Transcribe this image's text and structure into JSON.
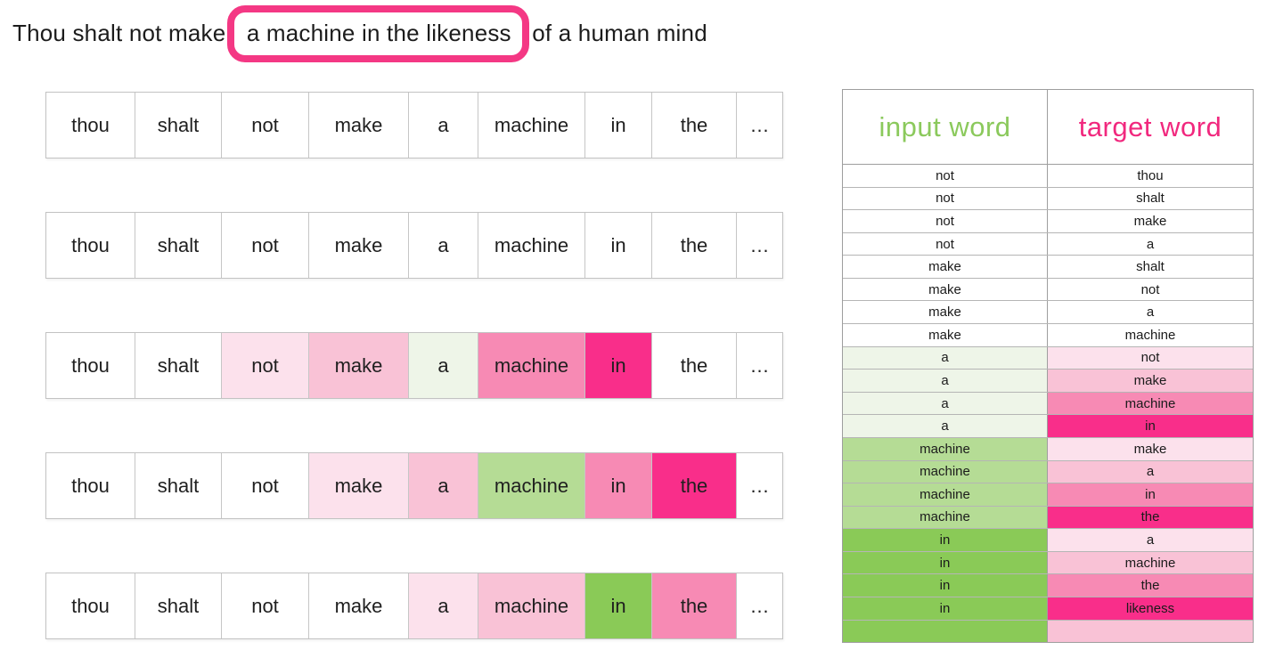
{
  "palette": {
    "white": "#ffffff",
    "pink1": "#fce1ec",
    "pink2": "#f9c2d6",
    "pink3": "#f78ab4",
    "pink4": "#f92e8a",
    "green1": "#eef5e8",
    "green2": "#b5dc95",
    "green3": "#8aca57",
    "header_green": "#8bc95c",
    "header_pink": "#f1287e",
    "highlight_box": "#f43884"
  },
  "title": {
    "prefix": "Thou shalt not make ",
    "highlighted": "a machine in the likeness",
    "suffix": " of a human mind"
  },
  "window_rows": {
    "cell_widths": [
      99,
      97,
      98,
      112,
      78,
      120,
      75,
      95,
      52
    ],
    "row_tops": [
      103,
      238,
      373,
      508,
      643
    ],
    "rows": [
      {
        "cells": [
          {
            "word": "thou",
            "color": "white"
          },
          {
            "word": "shalt",
            "color": "white"
          },
          {
            "word": "not",
            "color": "white"
          },
          {
            "word": "make",
            "color": "white"
          },
          {
            "word": "a",
            "color": "white"
          },
          {
            "word": "machine",
            "color": "white"
          },
          {
            "word": "in",
            "color": "white"
          },
          {
            "word": "the",
            "color": "white"
          },
          {
            "word": "…",
            "color": "white"
          }
        ]
      },
      {
        "cells": [
          {
            "word": "thou",
            "color": "white"
          },
          {
            "word": "shalt",
            "color": "white"
          },
          {
            "word": "not",
            "color": "white"
          },
          {
            "word": "make",
            "color": "white"
          },
          {
            "word": "a",
            "color": "white"
          },
          {
            "word": "machine",
            "color": "white"
          },
          {
            "word": "in",
            "color": "white"
          },
          {
            "word": "the",
            "color": "white"
          },
          {
            "word": "…",
            "color": "white"
          }
        ]
      },
      {
        "cells": [
          {
            "word": "thou",
            "color": "white"
          },
          {
            "word": "shalt",
            "color": "white"
          },
          {
            "word": "not",
            "color": "pink1"
          },
          {
            "word": "make",
            "color": "pink2"
          },
          {
            "word": "a",
            "color": "green1"
          },
          {
            "word": "machine",
            "color": "pink3"
          },
          {
            "word": "in",
            "color": "pink4"
          },
          {
            "word": "the",
            "color": "white"
          },
          {
            "word": "…",
            "color": "white"
          }
        ]
      },
      {
        "cells": [
          {
            "word": "thou",
            "color": "white"
          },
          {
            "word": "shalt",
            "color": "white"
          },
          {
            "word": "not",
            "color": "white"
          },
          {
            "word": "make",
            "color": "pink1"
          },
          {
            "word": "a",
            "color": "pink2"
          },
          {
            "word": "machine",
            "color": "green2"
          },
          {
            "word": "in",
            "color": "pink3"
          },
          {
            "word": "the",
            "color": "pink4"
          },
          {
            "word": "…",
            "color": "white"
          }
        ]
      },
      {
        "cells": [
          {
            "word": "thou",
            "color": "white"
          },
          {
            "word": "shalt",
            "color": "white"
          },
          {
            "word": "not",
            "color": "white"
          },
          {
            "word": "make",
            "color": "white"
          },
          {
            "word": "a",
            "color": "pink1"
          },
          {
            "word": "machine",
            "color": "pink2"
          },
          {
            "word": "in",
            "color": "green3"
          },
          {
            "word": "the",
            "color": "pink3"
          },
          {
            "word": "…",
            "color": "white"
          }
        ]
      }
    ]
  },
  "pairs_table": {
    "input_header": "input word",
    "target_header": "target word",
    "rows": [
      {
        "input": "not",
        "input_color": "white",
        "target": "thou",
        "target_color": "white"
      },
      {
        "input": "not",
        "input_color": "white",
        "target": "shalt",
        "target_color": "white"
      },
      {
        "input": "not",
        "input_color": "white",
        "target": "make",
        "target_color": "white"
      },
      {
        "input": "not",
        "input_color": "white",
        "target": "a",
        "target_color": "white"
      },
      {
        "input": "make",
        "input_color": "white",
        "target": "shalt",
        "target_color": "white"
      },
      {
        "input": "make",
        "input_color": "white",
        "target": "not",
        "target_color": "white"
      },
      {
        "input": "make",
        "input_color": "white",
        "target": "a",
        "target_color": "white"
      },
      {
        "input": "make",
        "input_color": "white",
        "target": "machine",
        "target_color": "white"
      },
      {
        "input": "a",
        "input_color": "green1",
        "target": "not",
        "target_color": "pink1"
      },
      {
        "input": "a",
        "input_color": "green1",
        "target": "make",
        "target_color": "pink2"
      },
      {
        "input": "a",
        "input_color": "green1",
        "target": "machine",
        "target_color": "pink3"
      },
      {
        "input": "a",
        "input_color": "green1",
        "target": "in",
        "target_color": "pink4"
      },
      {
        "input": "machine",
        "input_color": "green2",
        "target": "make",
        "target_color": "pink1"
      },
      {
        "input": "machine",
        "input_color": "green2",
        "target": "a",
        "target_color": "pink2"
      },
      {
        "input": "machine",
        "input_color": "green2",
        "target": "in",
        "target_color": "pink3"
      },
      {
        "input": "machine",
        "input_color": "green2",
        "target": "the",
        "target_color": "pink4"
      },
      {
        "input": "in",
        "input_color": "green3",
        "target": "a",
        "target_color": "pink1"
      },
      {
        "input": "in",
        "input_color": "green3",
        "target": "machine",
        "target_color": "pink2"
      },
      {
        "input": "in",
        "input_color": "green3",
        "target": "the",
        "target_color": "pink3"
      },
      {
        "input": "in",
        "input_color": "green3",
        "target": "likeness",
        "target_color": "pink4"
      },
      {
        "input": "",
        "input_color": "green3",
        "target": "",
        "target_color": "pink2"
      }
    ]
  }
}
